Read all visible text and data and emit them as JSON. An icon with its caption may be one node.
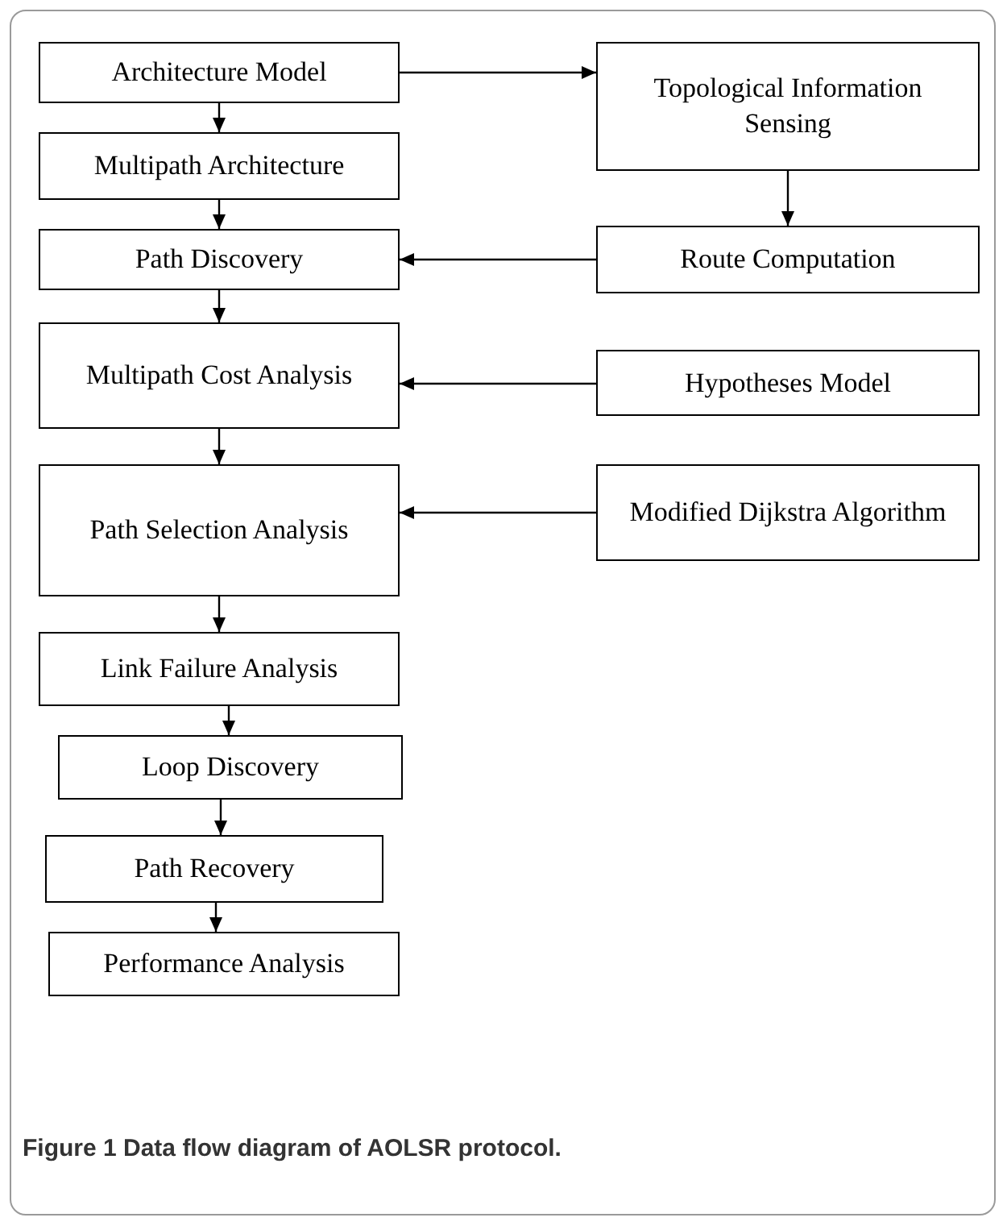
{
  "diagram": {
    "caption": "Figure 1 Data flow diagram of AOLSR protocol.",
    "nodes": [
      {
        "text": [
          "Architecture Model"
        ]
      },
      {
        "text": [
          "Topological Information Sensing"
        ]
      },
      {
        "text": [
          "Multipath Architecture"
        ]
      },
      {
        "text": [
          "Path Discovery"
        ]
      },
      {
        "text": [
          "Route Computation"
        ]
      },
      {
        "text": [
          "Multipath Cost Analysis"
        ]
      },
      {
        "text": [
          "Hypotheses Model"
        ]
      },
      {
        "text": [
          "Path Selection Analysis"
        ]
      },
      {
        "text": [
          "Modified Dijkstra Algorithm"
        ]
      },
      {
        "text": [
          "Link Failure Analysis"
        ]
      },
      {
        "text": [
          "Loop Discovery"
        ]
      },
      {
        "text": [
          "Path Recovery"
        ]
      },
      {
        "text": [
          "Performance Analysis"
        ]
      }
    ],
    "edges": [
      {
        "from": 0,
        "to": 1,
        "arrow": "to"
      },
      {
        "from": 0,
        "to": 2,
        "arrow": "to"
      },
      {
        "from": 2,
        "to": 3,
        "arrow": "to"
      },
      {
        "from": 1,
        "to": 4,
        "arrow": "to"
      },
      {
        "from": 4,
        "to": 3,
        "arrow": "to"
      },
      {
        "from": 3,
        "to": 5,
        "arrow": "to"
      },
      {
        "from": 6,
        "to": 5,
        "arrow": "to"
      },
      {
        "from": 5,
        "to": 7,
        "arrow": "to"
      },
      {
        "from": 8,
        "to": 7,
        "arrow": "to"
      },
      {
        "from": 7,
        "to": 9,
        "arrow": "to"
      },
      {
        "from": 9,
        "to": 10,
        "arrow": "to"
      },
      {
        "from": 10,
        "to": 11,
        "arrow": "to"
      },
      {
        "from": 11,
        "to": 12,
        "arrow": "to"
      }
    ]
  }
}
